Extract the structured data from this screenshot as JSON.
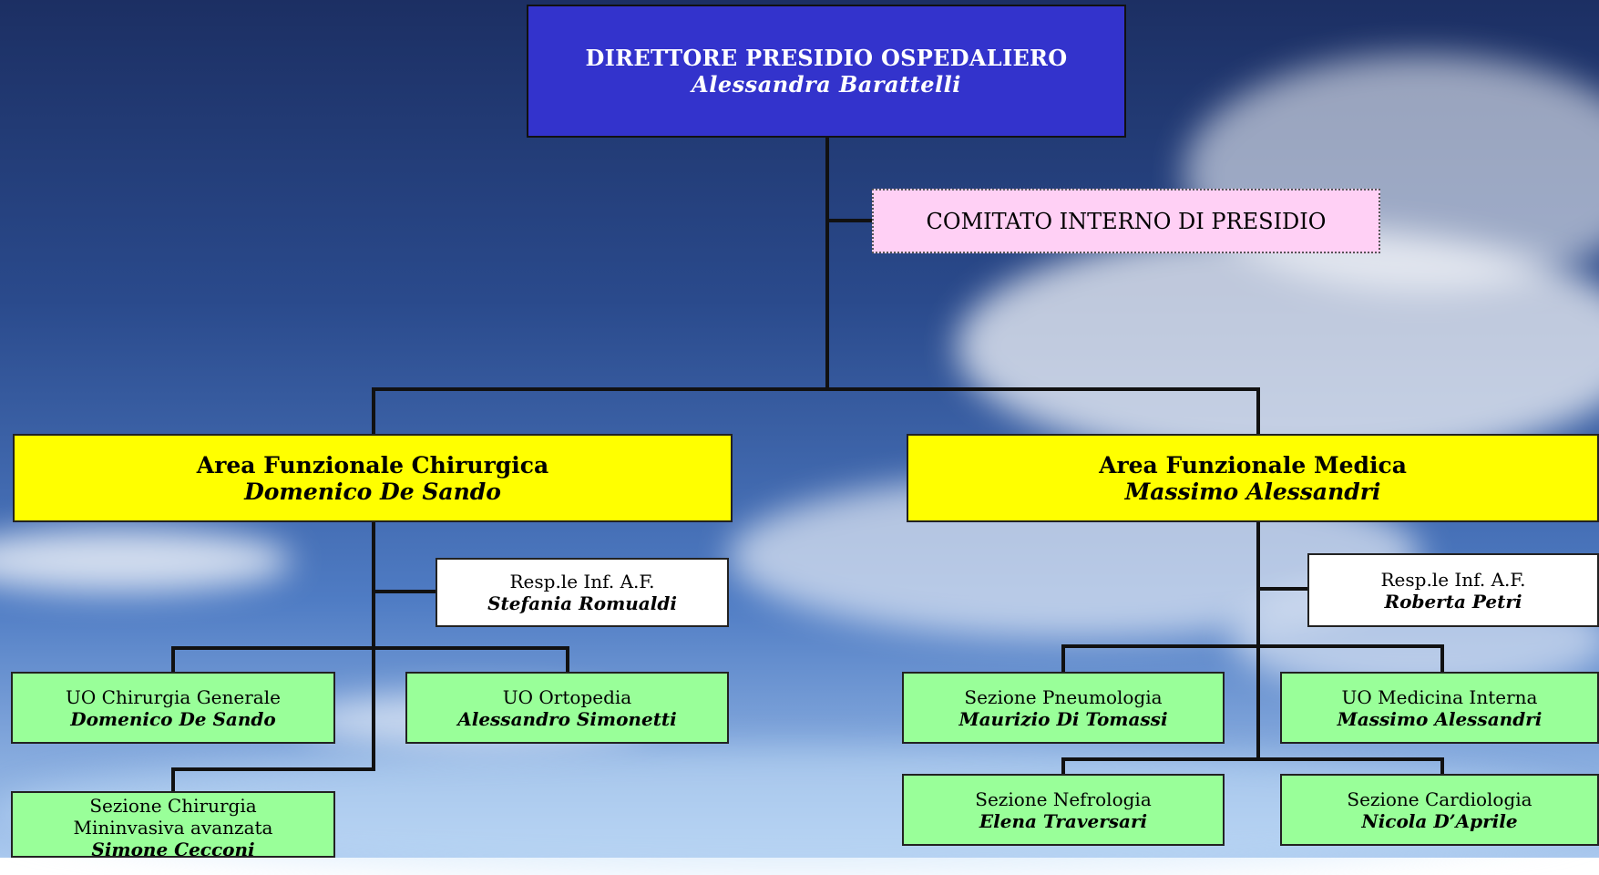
{
  "director": {
    "title": "DIRETTORE PRESIDIO OSPEDALIERO",
    "name": "Alessandra Barattelli"
  },
  "committee": {
    "label": "COMITATO INTERNO DI  PRESIDIO"
  },
  "areas": {
    "surgical": {
      "title": "Area Funzionale Chirurgica",
      "name": "Domenico De Sando",
      "resp": {
        "role": "Resp.le Inf. A.F.",
        "name": "Stefania Romualdi"
      },
      "units": [
        {
          "title": "UO Chirurgia Generale",
          "name": "Domenico De Sando"
        },
        {
          "title": "UO Ortopedia",
          "name": "Alessandro Simonetti"
        },
        {
          "title_line1": "Sezione Chirurgia",
          "title_line2": "Mininvasiva avanzata",
          "name": "Simone Cecconi"
        }
      ]
    },
    "medical": {
      "title": "Area Funzionale Medica",
      "name": "Massimo Alessandri",
      "resp": {
        "role": "Resp.le Inf. A.F.",
        "name": "Roberta Petri"
      },
      "units": [
        {
          "title": "Sezione Pneumologia",
          "name": "Maurizio Di Tomassi"
        },
        {
          "title": "UO Medicina Interna",
          "name": "Massimo Alessandri"
        },
        {
          "title": "Sezione Nefrologia",
          "name": "Elena Traversari"
        },
        {
          "title": "Sezione Cardiologia",
          "name": "Nicola D’Aprile"
        }
      ]
    }
  },
  "colors": {
    "director": "#3333cc",
    "committee": "#ffd0f5",
    "area": "#ffff00",
    "resp": "#ffffff",
    "unit": "#99ff99",
    "connector": "#111111"
  }
}
